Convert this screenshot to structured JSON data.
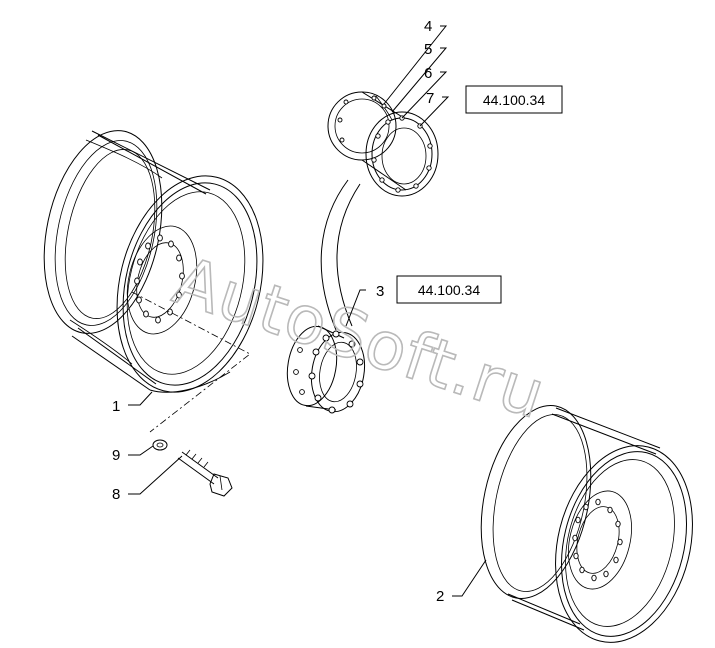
{
  "watermark": "AutoSoft.ru",
  "callouts": [
    {
      "id": "1",
      "text": "1"
    },
    {
      "id": "2",
      "text": "2"
    },
    {
      "id": "3",
      "text": "3"
    },
    {
      "id": "4",
      "text": "4"
    },
    {
      "id": "5",
      "text": "5"
    },
    {
      "id": "6",
      "text": "6"
    },
    {
      "id": "7",
      "text": "7"
    },
    {
      "id": "8",
      "text": "8"
    },
    {
      "id": "9",
      "text": "9"
    }
  ],
  "references": [
    {
      "id": "ref-3",
      "text": "44.100.34"
    },
    {
      "id": "ref-7",
      "text": "44.100.34"
    }
  ]
}
